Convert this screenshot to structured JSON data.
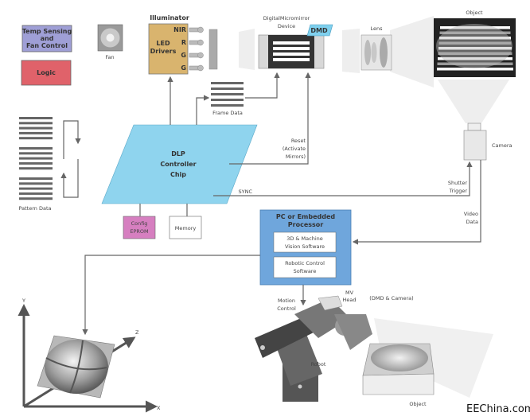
{
  "colors": {
    "temp_box": "#9f9fd6",
    "logic_box": "#e0626a",
    "illuminator": "#d9b46e",
    "dlp_chip": "#8fd4ee",
    "config_eprom": "#d67fc0",
    "processor": "#6fa6dc",
    "dmd_tag": "#7fd0ee",
    "line": "#666666"
  },
  "blocks": {
    "temp": [
      "Temp Sensing",
      "and",
      "Fan Control"
    ],
    "logic": "Logic",
    "fan": "Fan",
    "illuminator_title": "Illuminator",
    "led_drivers": [
      "LED",
      "Drivers"
    ],
    "led_channels": [
      "NIR",
      "R",
      "G",
      "G"
    ],
    "dmd_title": [
      "DigitalMicromirror",
      "Device"
    ],
    "dmd_tag": "DMD",
    "lens": "Lens",
    "object_top": "Object",
    "frame_data": "Frame Data",
    "dlp_chip": [
      "DLP",
      "Controller",
      "Chip"
    ],
    "reset": [
      "Reset",
      "(Activate",
      "Mirrors)"
    ],
    "sync": "SYNC",
    "camera": "Camera",
    "shutter": [
      "Shutter",
      "Trigger"
    ],
    "video": [
      "Video",
      "Data"
    ],
    "pattern_data": "Pattern Data",
    "config_eprom": [
      "Config",
      "EPROM"
    ],
    "memory": "Memory",
    "processor_title": [
      "PC or Embedded",
      "Processor"
    ],
    "vision_sw": [
      "3D & Machine",
      "Vision Software"
    ],
    "robotic_sw": [
      "Robotic Control",
      "Software"
    ],
    "motion_control": [
      "Motion",
      "Control"
    ],
    "mv_head": [
      "MV",
      "Head"
    ],
    "dmd_camera": "(DMD & Camera)",
    "robot": "Robot",
    "object_bottom": "Object",
    "axis_x": "X",
    "axis_y": "Y",
    "axis_z": "Z"
  },
  "watermark": "EEChina.com"
}
